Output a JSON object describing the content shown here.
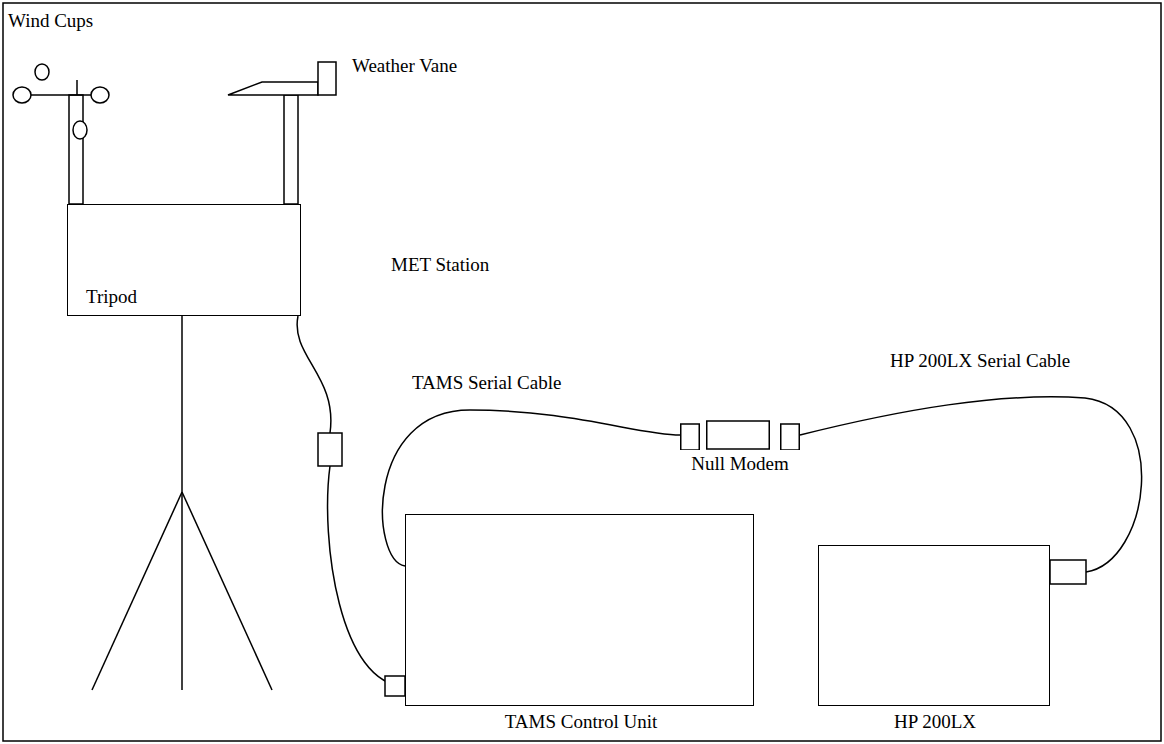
{
  "diagram": {
    "nodes": [
      {
        "text": [
          "MET Station"
        ]
      },
      {
        "text": [
          "TAMS Control Unit"
        ]
      },
      {
        "text": [
          "Null Modem"
        ]
      },
      {
        "text": [
          "HP 200LX"
        ]
      }
    ],
    "edges": [
      {
        "from": 0,
        "to": 1,
        "arrow": "none"
      },
      {
        "from": 1,
        "to": 2,
        "label": "TAMS Serial Cable",
        "arrow": "none"
      },
      {
        "from": 2,
        "to": 3,
        "label": "HP 200LX Serial Cable",
        "arrow": "none"
      }
    ],
    "labels": [
      "Wind Cups",
      "Weather Vane",
      "Tripod"
    ]
  }
}
